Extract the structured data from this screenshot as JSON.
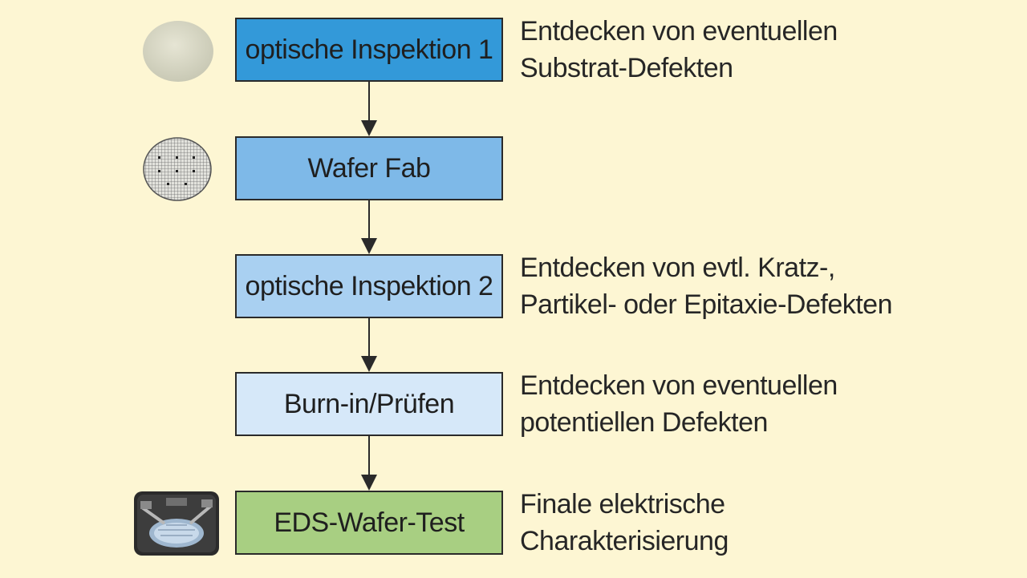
{
  "stages": [
    {
      "label": "optische Inspektion 1",
      "fill": "#3399d9",
      "note": [
        "Entdecken von eventuellen",
        "Substrat-Defekten"
      ],
      "icon": "substrate-disc-icon"
    },
    {
      "label": "Wafer Fab",
      "fill": "#7eb9e8",
      "note": [],
      "icon": "patterned-wafer-icon"
    },
    {
      "label": "optische Inspektion 2",
      "fill": "#a9d0f1",
      "note": [
        "Entdecken von evtl. Kratz-,",
        "Partikel- oder Epitaxie-Defekten"
      ],
      "icon": ""
    },
    {
      "label": "Burn-in/Prüfen",
      "fill": "#d6e8f9",
      "note": [
        "Entdecken von eventuellen",
        "potentiellen Defekten"
      ],
      "icon": ""
    },
    {
      "label": "EDS-Wafer-Test",
      "fill": "#a8cf82",
      "note": [
        "Finale elektrische",
        "Charakterisierung"
      ],
      "icon": "wafer-prober-photo-icon"
    }
  ],
  "colors": {
    "background": "#fdf6d3",
    "border": "#2a2a2a",
    "arrow": "#2a2a2a",
    "text": "#1f1f1f"
  }
}
